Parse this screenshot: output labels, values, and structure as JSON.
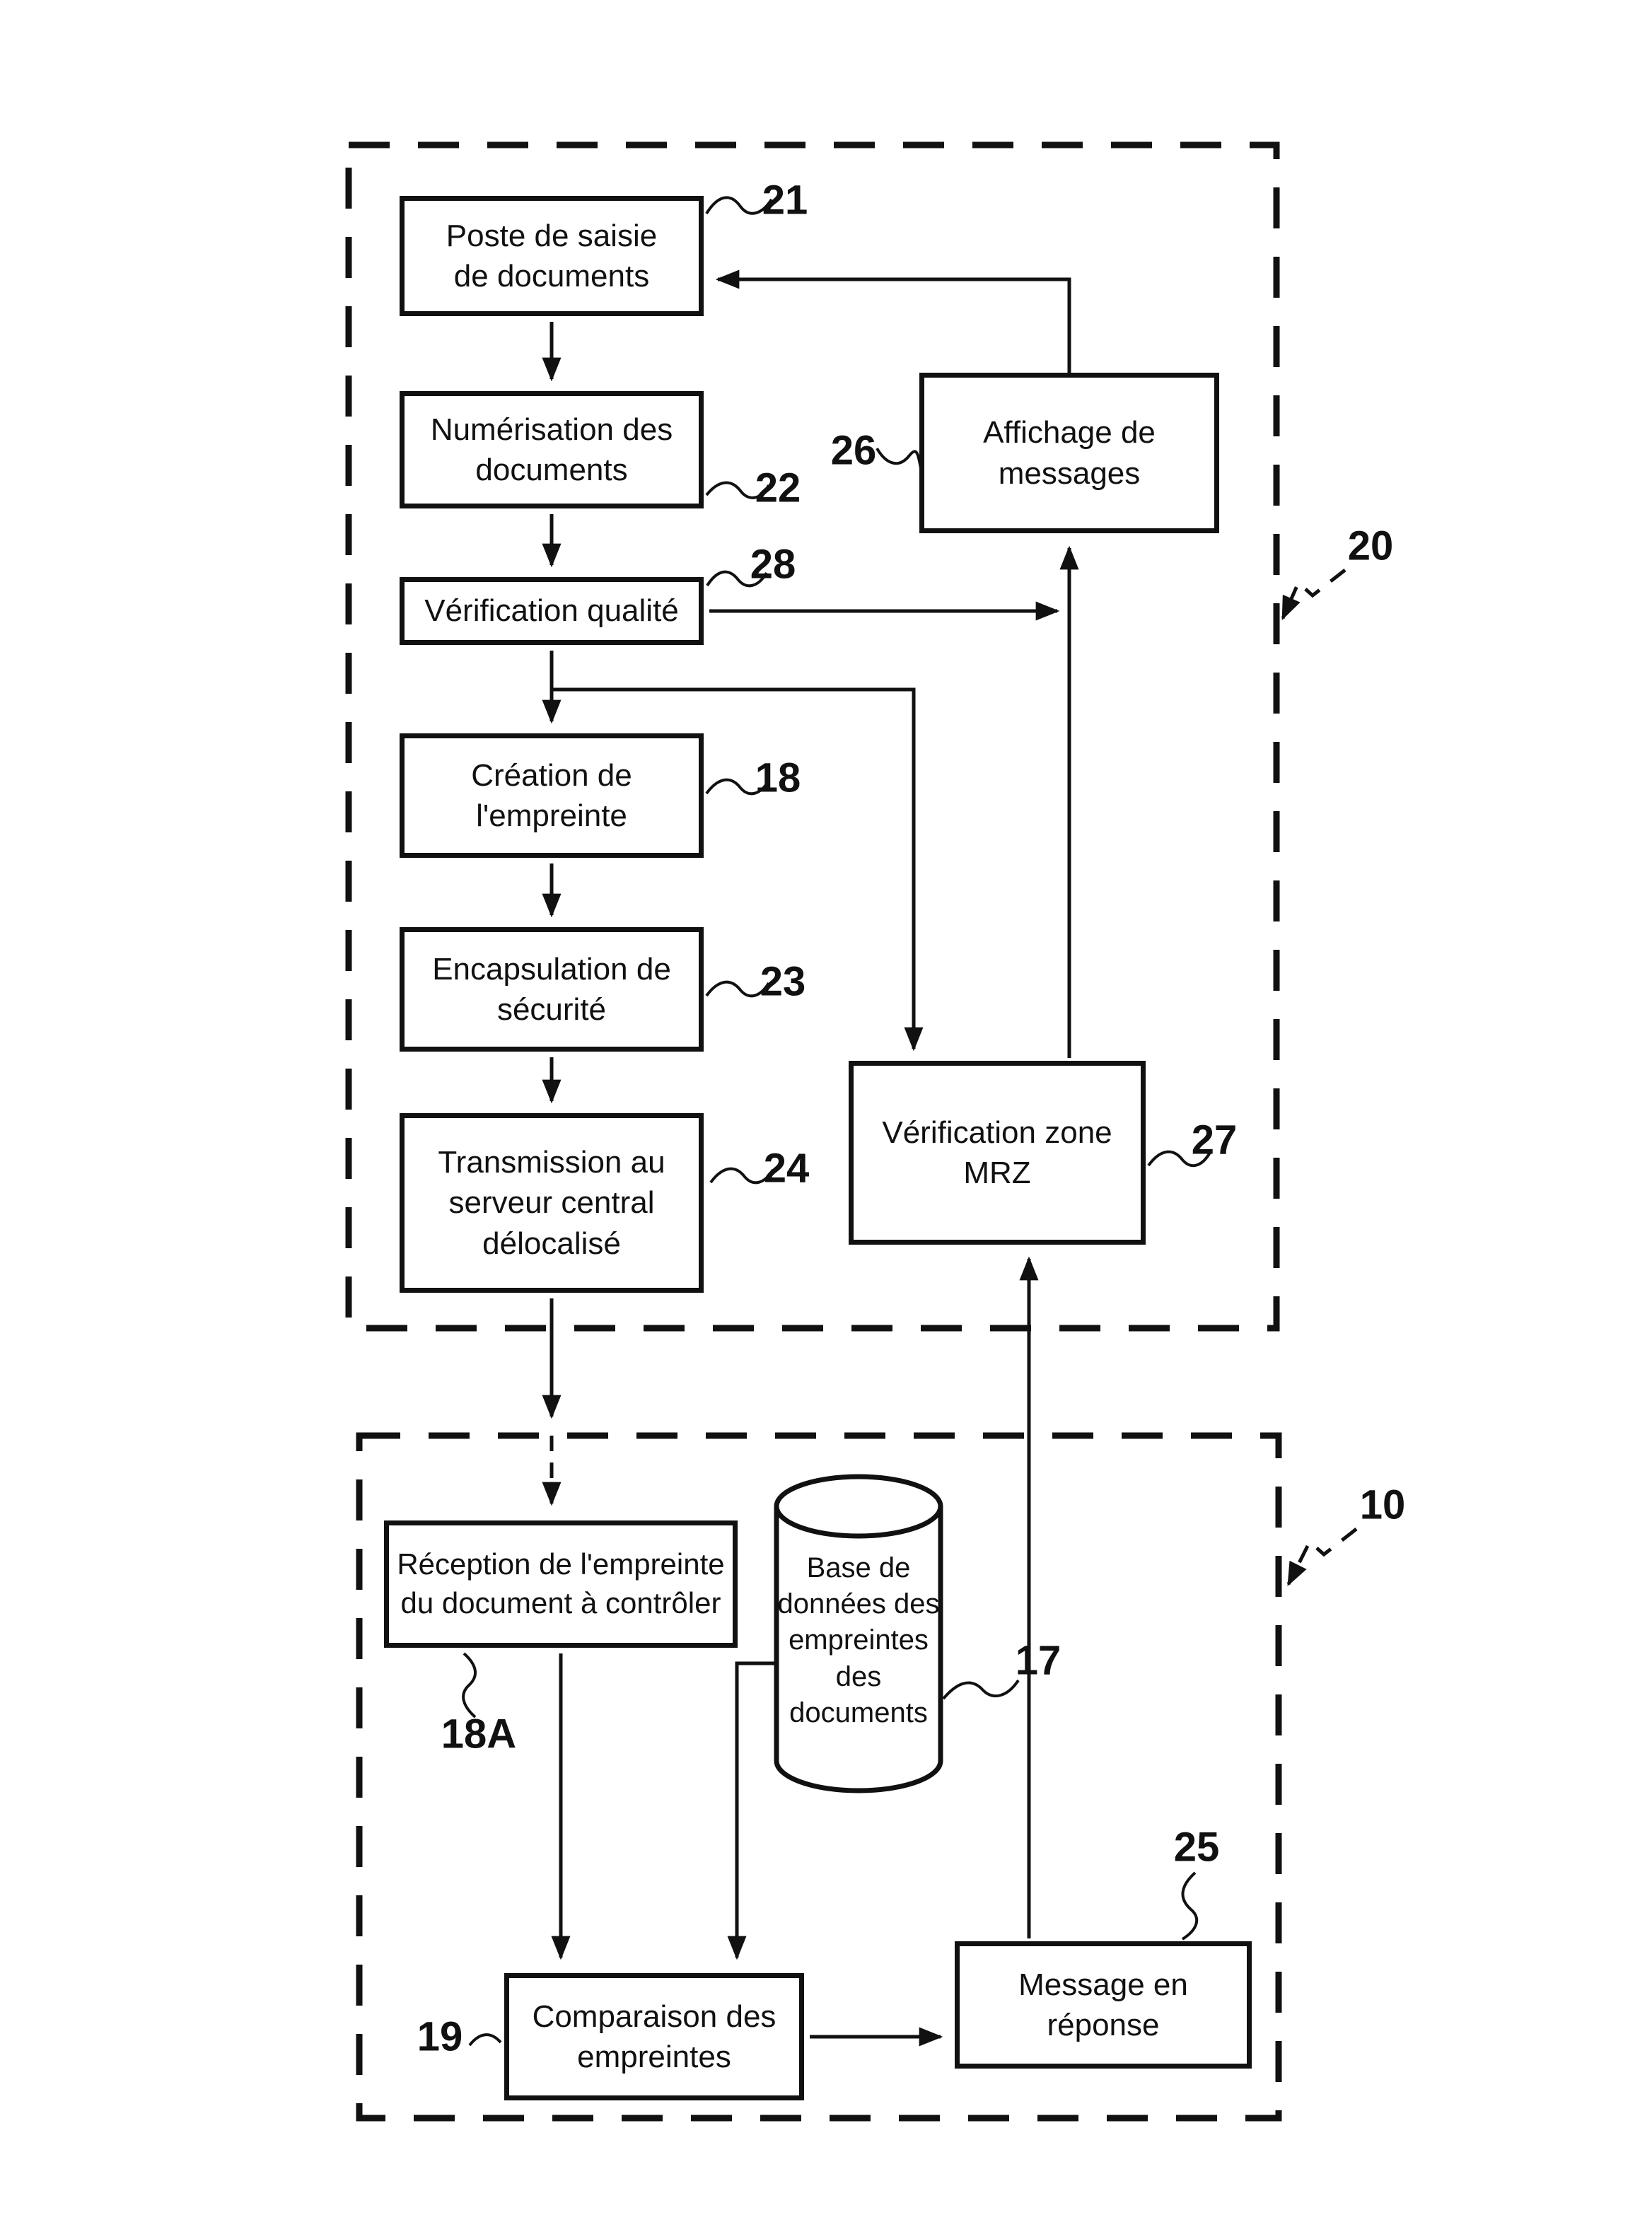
{
  "diagram": {
    "regions": {
      "upper": {
        "ref": "20"
      },
      "lower": {
        "ref": "10"
      }
    },
    "nodes": {
      "poste": {
        "label": "Poste de saisie\nde documents",
        "ref": "21"
      },
      "numerisation": {
        "label": "Numérisation des\ndocuments",
        "ref": "22"
      },
      "verif_qualite": {
        "label": "Vérification qualité",
        "ref": "28"
      },
      "creation": {
        "label": "Création de\nl'empreinte",
        "ref": "18"
      },
      "encapsulation": {
        "label": "Encapsulation de\nsécurité",
        "ref": "23"
      },
      "transmission": {
        "label": "Transmission au\nserveur central\ndélocalisé",
        "ref": "24"
      },
      "affichage": {
        "label": "Affichage de\nmessages",
        "ref": "26"
      },
      "verif_mrz": {
        "label": "Vérification zone\nMRZ",
        "ref": "27"
      },
      "reception": {
        "label": "Réception de l'empreinte\ndu document à contrôler",
        "ref": "18A"
      },
      "base": {
        "label": "Base de\ndonnées des\nempreintes\ndes\ndocuments",
        "ref": "17"
      },
      "comparaison": {
        "label": "Comparaison des\nempreintes",
        "ref": "19"
      },
      "message": {
        "label": "Message en\nréponse",
        "ref": "25"
      }
    }
  }
}
